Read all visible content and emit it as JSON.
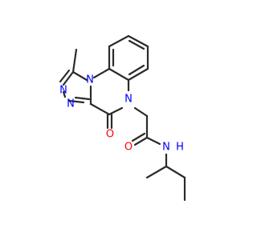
{
  "molecule": {
    "atoms": [
      {
        "id": "c_methyl",
        "label": ""
      },
      {
        "id": "n1_triazole",
        "label": "N",
        "color": "#0000ff"
      },
      {
        "id": "n_triazole_left",
        "label": "N",
        "color": "#0000ff"
      },
      {
        "id": "n_triazole_bottom",
        "label": "N",
        "color": "#0000ff"
      },
      {
        "id": "n5_ring",
        "label": "N",
        "color": "#0000ff"
      },
      {
        "id": "o_carbonyl_ring",
        "label": "O",
        "color": "#ff0000"
      },
      {
        "id": "o_amide",
        "label": "O",
        "color": "#ff0000"
      },
      {
        "id": "n_amide",
        "label": "N",
        "color": "#0000ff"
      },
      {
        "id": "h_amide",
        "label": "H",
        "color": "#0000ff"
      }
    ]
  }
}
